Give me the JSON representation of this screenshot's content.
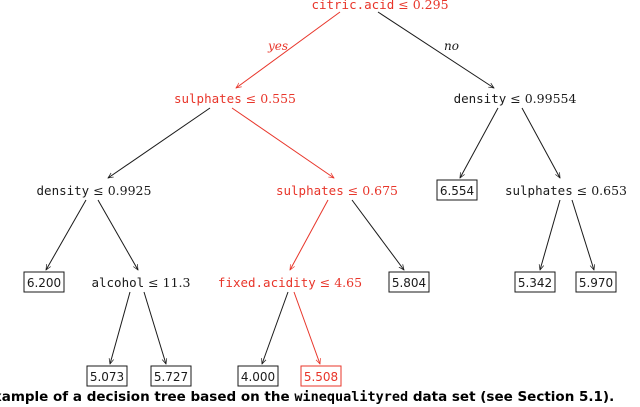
{
  "colors": {
    "highlight": "#e8352a",
    "normal": "#1a1a1a"
  },
  "edge_labels": {
    "yes": "yes",
    "no": "no"
  },
  "nodes": {
    "root": {
      "feature": "citric.acid",
      "op": "≤",
      "threshold": "0.295"
    },
    "n_left": {
      "feature": "sulphates",
      "op": "≤",
      "threshold": "0.555"
    },
    "n_right": {
      "feature": "density",
      "op": "≤",
      "threshold": "0.99554"
    },
    "n_ll": {
      "feature": "density",
      "op": "≤",
      "threshold": "0.9925"
    },
    "n_lr": {
      "feature": "sulphates",
      "op": "≤",
      "threshold": "0.675"
    },
    "n_rr": {
      "feature": "sulphates",
      "op": "≤",
      "threshold": "0.653"
    },
    "n_llr": {
      "feature": "alcohol",
      "op": "≤",
      "threshold": "11.3"
    },
    "n_lrl": {
      "feature": "fixed.acidity",
      "op": "≤",
      "threshold": "4.65"
    }
  },
  "leaves": {
    "leaf_6200": "6.200",
    "leaf_5804": "5.804",
    "leaf_6554": "6.554",
    "leaf_5342": "5.342",
    "leaf_5970": "5.970",
    "leaf_5073": "5.073",
    "leaf_5727": "5.727",
    "leaf_4000": "4.000",
    "leaf_5508": "5.508"
  },
  "caption": {
    "before": "xample of a decision tree based on the ",
    "dataset": "winequalityred",
    "after": " data set (see Section 5.1)."
  }
}
